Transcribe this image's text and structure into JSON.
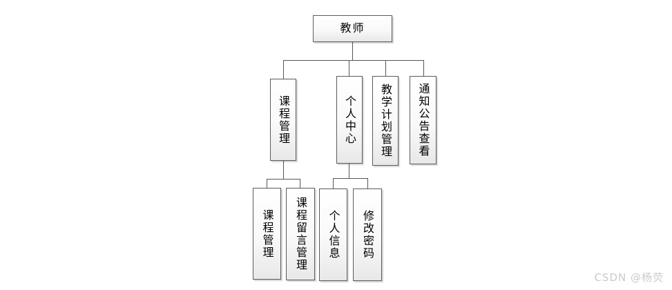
{
  "diagram": {
    "root": {
      "label": "教师"
    },
    "level1": [
      {
        "label": "课程管理"
      },
      {
        "label": "个人中心"
      },
      {
        "label": "教学计划管理"
      },
      {
        "label": "通知公告查看"
      }
    ],
    "level2": [
      {
        "label": "课程管理",
        "parent": "课程管理"
      },
      {
        "label": "课程留言管理",
        "parent": "课程管理"
      },
      {
        "label": "个人信息",
        "parent": "个人中心"
      },
      {
        "label": "修改密码",
        "parent": "个人中心"
      }
    ],
    "colors": {
      "node_border": "#5a5a5a",
      "node_fill_top": "#ffffff",
      "node_fill_bottom": "#e8e8e8",
      "connector_line": "#555555",
      "text": "#000000",
      "watermark": "#c9c9c9"
    }
  },
  "watermark": {
    "text": "CSDN @杨荧"
  }
}
